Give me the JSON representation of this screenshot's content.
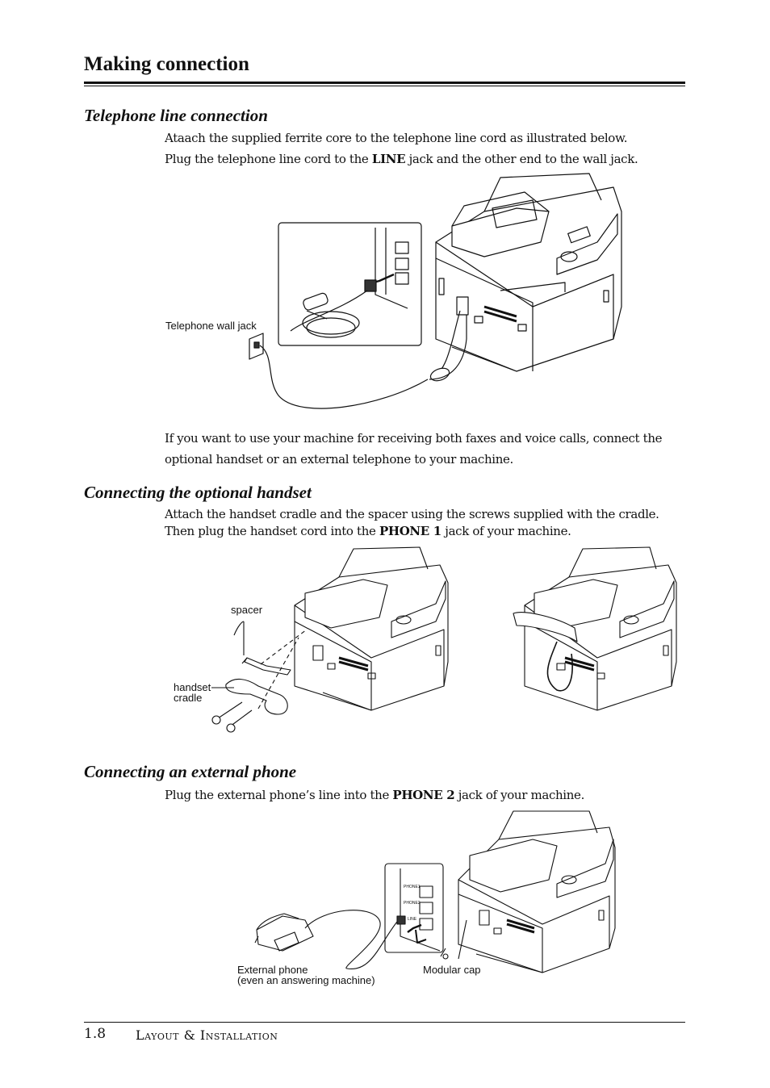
{
  "page": {
    "title": "Making connection",
    "footer": {
      "page_number": "1.8",
      "section": "Layout & Installation"
    }
  },
  "telephone_line": {
    "heading": "Telephone line connection",
    "line1": "Ataach the supplied ferrite core to the telephone line cord as illustrated below.",
    "line2_pre": "Plug the telephone line cord to the ",
    "line2_bold": "LINE",
    "line2_post": " jack and the other end to the wall jack.",
    "figure_label_wall_jack": "Telephone wall jack",
    "follow_up_line1": "If you want to use your machine for receiving both faxes and voice calls, connect the",
    "follow_up_line2": "optional handset or an external telephone to your machine."
  },
  "optional_handset": {
    "heading": "Connecting the optional handset",
    "line1": "Attach the handset cradle and the spacer using the screws supplied with the cradle.",
    "line2_pre": "Then plug the handset cord into the ",
    "line2_bold": "PHONE 1",
    "line2_post": " jack of your machine.",
    "label_spacer": "spacer",
    "label_cradle_1": "handset",
    "label_cradle_2": "cradle"
  },
  "external_phone": {
    "heading": "Connecting an external phone",
    "line1_pre": "Plug the external phone’s line into the ",
    "line1_bold": "PHONE 2",
    "line1_post": " jack of your machine.",
    "label_phone_1": "External phone",
    "label_phone_2": "(even an answering machine)",
    "label_modular_cap": "Modular cap",
    "jack_labels": [
      "PHONE1",
      "PHONE2",
      "LINE"
    ]
  }
}
